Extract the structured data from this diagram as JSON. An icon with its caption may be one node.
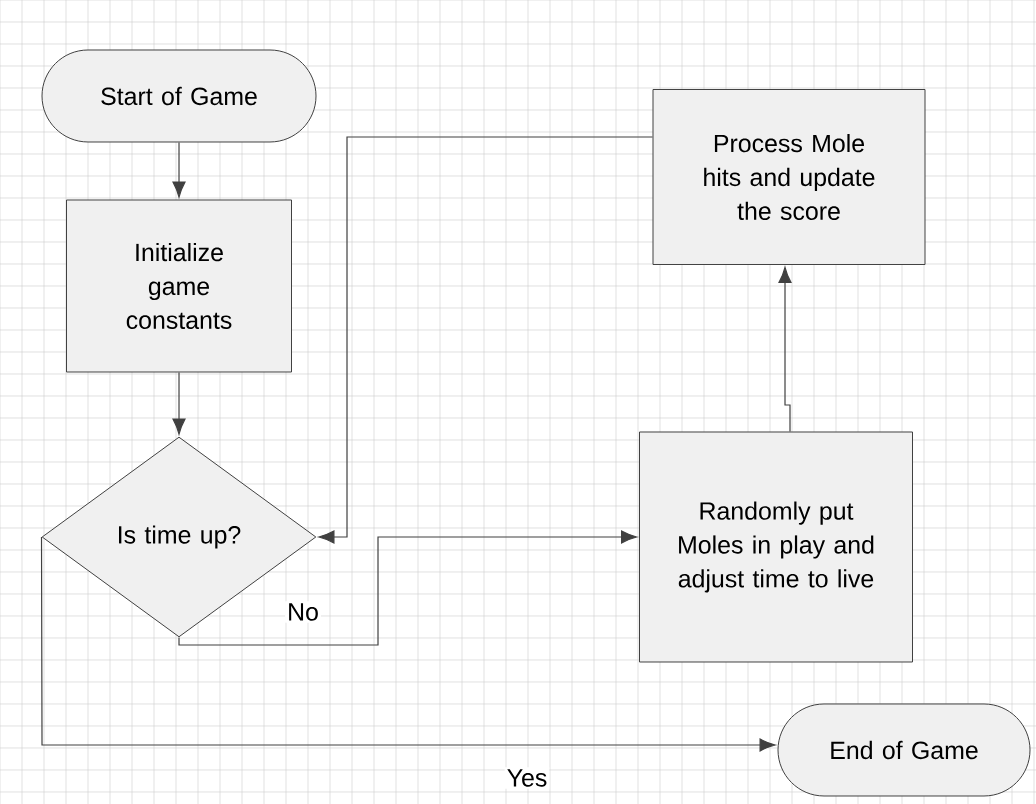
{
  "diagram": {
    "nodes": [
      {
        "text": [
          "Start of Game"
        ]
      },
      {
        "text": [
          "Initialize game constants"
        ]
      },
      {
        "text": [
          "Is time up?"
        ]
      },
      {
        "text": [
          "Process Mole hits and update the score"
        ]
      },
      {
        "text": [
          "Randomly put Moles in play and adjust time to live"
        ]
      },
      {
        "text": [
          "End of Game"
        ]
      }
    ],
    "edges": [
      {
        "from": 0,
        "to": 1,
        "arrow": "to"
      },
      {
        "from": 1,
        "to": 2,
        "arrow": "to"
      },
      {
        "from": 2,
        "to": 4,
        "arrow": "to",
        "label": "No"
      },
      {
        "from": 4,
        "to": 3,
        "arrow": "to"
      },
      {
        "from": 3,
        "to": 2,
        "arrow": "to"
      },
      {
        "from": 2,
        "to": 5,
        "arrow": "to",
        "label": "Yes"
      }
    ]
  }
}
